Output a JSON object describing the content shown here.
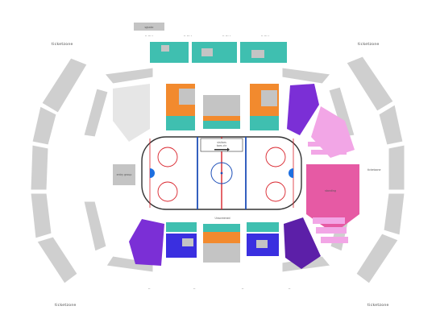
{
  "map": {
    "title": "",
    "zone_labels": {
      "top_left": "ticketzone",
      "top_right": "ticketzone",
      "bottom_left": "ticketzone",
      "bottom_right": "ticketzone",
      "right_side": "ticketzone"
    },
    "top_box_label": "sgsabc",
    "ice_center_text": "visitors\ntoes ctr",
    "ice_bottom_text": "Unscreened",
    "left_box_label": "entry group",
    "right_block_label": "standing",
    "colors": {
      "teal": "#3fbfb0",
      "orange": "#f28a2e",
      "gray": "#c4c4c4",
      "purple": "#7b2fd6",
      "blue": "#3a2fe0",
      "pink": "#e65aa4",
      "light_pink": "#f2a6e6",
      "dark_purple": "#5c1fa8"
    }
  }
}
